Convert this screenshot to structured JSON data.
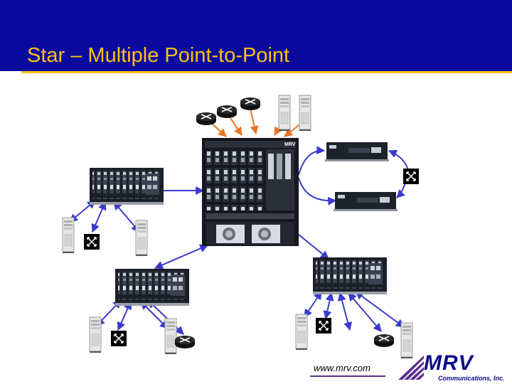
{
  "slide": {
    "title": "Star – Multiple Point-to-Point",
    "url": "www.mrv.com"
  },
  "logo": {
    "brand": "MRV",
    "subtitle": "Communications, Inc."
  },
  "colors": {
    "banner": "#0a0a9e",
    "title_text": "#ffc20e",
    "accent_rule": "#ffc20e",
    "star_link": "#3a3acd",
    "uplink": "#e87722",
    "logo": "#0a0a8a"
  },
  "diagram": {
    "chassis_brand": "MRV",
    "node_types": [
      "router-icon",
      "server-icon",
      "switch-icon",
      "rack-chassis",
      "desktop-unit"
    ]
  }
}
